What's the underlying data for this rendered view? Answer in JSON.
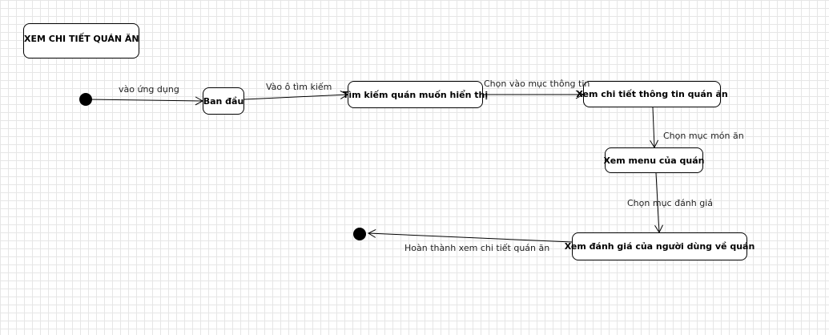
{
  "diagram": {
    "title": "XEM CHI TIẾT QUÁN ĂN",
    "states": {
      "initial": "Ban đầu",
      "search": "Tìm kiếm quán muốn hiển thị",
      "detail": "Xem chi tiết thông tin quán ăn",
      "menu": "Xem menu của quán",
      "review": "Xem đánh giá của người dùng về quán"
    },
    "transitions": {
      "start_to_initial": "vào ứng dụng",
      "initial_to_search": "Vào ô tìm kiếm",
      "search_to_detail": "Chọn vào mục thông tin",
      "detail_to_menu": "Chọn mục món ăn",
      "menu_to_review": "Chọn mục đánh giá",
      "review_to_end": "Hoàn thành xem chi tiết quán ăn"
    }
  }
}
